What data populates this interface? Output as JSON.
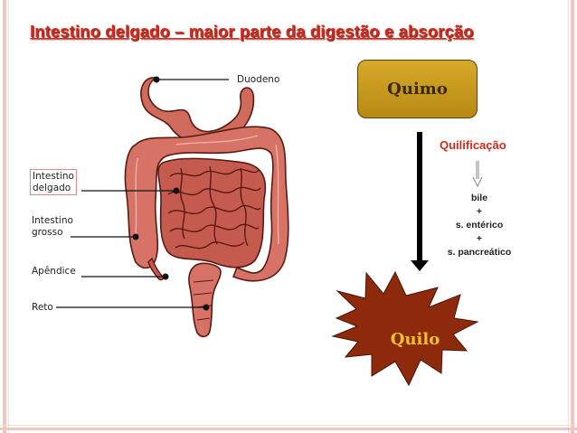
{
  "title": "Intestino delgado – maior parte da digestão e absorção",
  "labels": {
    "duodeno": "Duodeno",
    "intestino_delgado_1": "Intestino",
    "intestino_delgado_2": "delgado",
    "intestino_grosso_1": "Intestino",
    "intestino_grosso_2": "grosso",
    "apendice": "Apêndice",
    "reto": "Reto"
  },
  "flow": {
    "start": "Quimo",
    "process": "Quilificação",
    "agents": [
      "bile",
      "+",
      "s. entérico",
      "+",
      "s. pancreático"
    ],
    "end": "Quilo"
  },
  "colors": {
    "title": "#d12a1c",
    "quimo_box": "#c89a1c",
    "quilo_star": "#8e2a0c",
    "quilo_text": "#f0c22a",
    "intestine": "#c9645a"
  }
}
